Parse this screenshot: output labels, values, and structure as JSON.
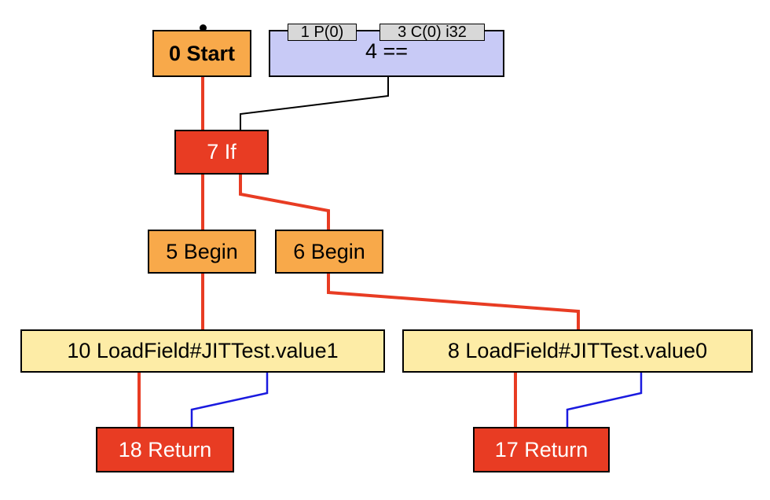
{
  "nodes": {
    "start": {
      "label": "0 Start"
    },
    "cmp": {
      "label": "4 ==",
      "inputs": [
        "1 P(0)",
        "3 C(0) i32"
      ]
    },
    "if": {
      "label": "7 If"
    },
    "begin5": {
      "label": "5 Begin"
    },
    "begin6": {
      "label": "6 Begin"
    },
    "load10": {
      "label": "10 LoadField#JITTest.value1"
    },
    "load8": {
      "label": "8 LoadField#JITTest.value0"
    },
    "ret18": {
      "label": "18 Return"
    },
    "ret17": {
      "label": "17 Return"
    }
  },
  "edges": [
    {
      "from": "start",
      "to": "if",
      "kind": "control"
    },
    {
      "from": "cmp",
      "to": "if",
      "kind": "data"
    },
    {
      "from": "if",
      "to": "begin5",
      "kind": "control"
    },
    {
      "from": "if",
      "to": "begin6",
      "kind": "control"
    },
    {
      "from": "begin5",
      "to": "load10",
      "kind": "control"
    },
    {
      "from": "begin6",
      "to": "load8",
      "kind": "control"
    },
    {
      "from": "load10",
      "to": "ret18",
      "kind": "control"
    },
    {
      "from": "load10",
      "to": "ret18",
      "kind": "value"
    },
    {
      "from": "load8",
      "to": "ret17",
      "kind": "control"
    },
    {
      "from": "load8",
      "to": "ret17",
      "kind": "value"
    }
  ],
  "colors": {
    "control_edge": "#e83c23",
    "data_edge": "#000000",
    "value_edge": "#1a1adf",
    "start_node": "#f8a94a",
    "begin_node": "#f8a94a",
    "if_node": "#e83c23",
    "return_node": "#e83c23",
    "loadfield_node": "#fdeca6",
    "compare_node": "#c8caf6",
    "input_tag": "#d8d8d8"
  }
}
